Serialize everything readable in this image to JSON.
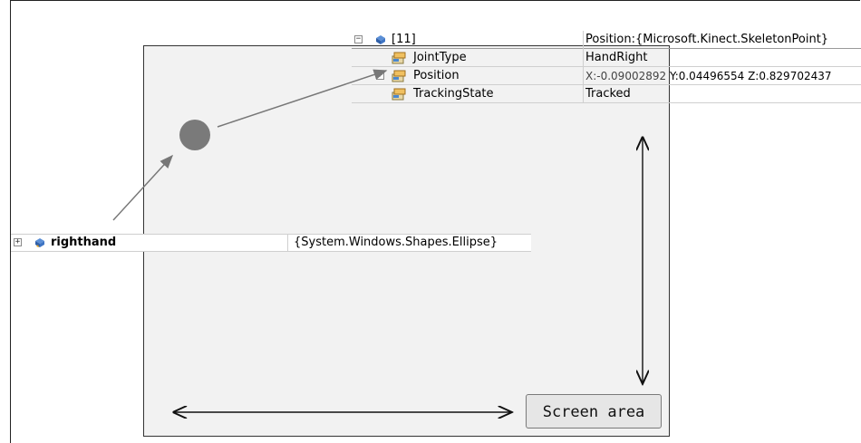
{
  "property_grid": {
    "header": {
      "name": "[11]",
      "value": "Position:{Microsoft.Kinect.SkeletonPoint}"
    },
    "rows": [
      {
        "name": "JointType",
        "value": "HandRight"
      },
      {
        "name": "Position",
        "value_x": "X:-0.09002892",
        "value_yz": "Y:0.04496554 Z:0.829702437"
      },
      {
        "name": "TrackingState",
        "value": "Tracked"
      }
    ]
  },
  "righthand_row": {
    "name": "righthand",
    "value": "{System.Windows.Shapes.Ellipse}"
  },
  "screen_area_label": "Screen area",
  "icons": {
    "expand": "plus-box-icon",
    "collapse": "minus-box-icon",
    "object": "blue-cube-icon",
    "property": "property-icon"
  }
}
